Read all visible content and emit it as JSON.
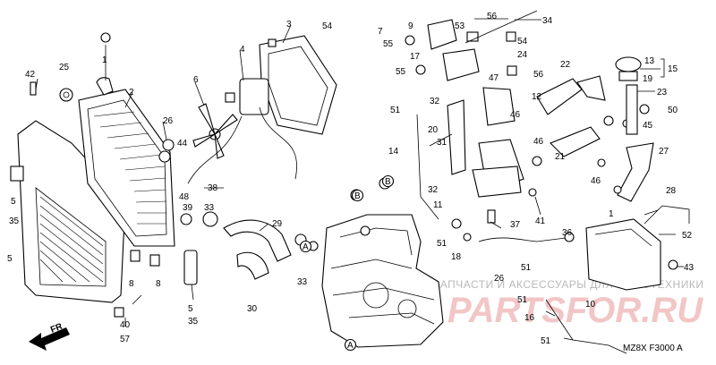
{
  "diagram_code": "MZ8X F3000 A",
  "front_marker": "FR",
  "watermark": {
    "caption": "ЗАПЧАСТИ И АКСЕССУАРЫ ДЛЯ МОТОТЕХНИКИ",
    "logo": "PARTSFOR.RU"
  },
  "groups": {
    "g15": "15"
  },
  "callouts": [
    "42",
    "25",
    "2",
    "1",
    "5",
    "35",
    "5",
    "26",
    "44",
    "6",
    "4",
    "3",
    "54",
    "48",
    "38",
    "39",
    "33",
    "29",
    "8",
    "8",
    "40",
    "57",
    "5",
    "35",
    "30",
    "33",
    "7",
    "9",
    "53",
    "56",
    "34",
    "55",
    "17",
    "54",
    "24",
    "55",
    "22",
    "13",
    "19",
    "23",
    "56",
    "47",
    "32",
    "12",
    "51",
    "20",
    "46",
    "50",
    "45",
    "31",
    "46",
    "14",
    "21",
    "27",
    "32",
    "11",
    "41",
    "28",
    "46",
    "1",
    "37",
    "36",
    "52",
    "51",
    "18",
    "26",
    "51",
    "43",
    "51",
    "10",
    "16",
    "51",
    "B",
    "B",
    "A",
    "A"
  ]
}
